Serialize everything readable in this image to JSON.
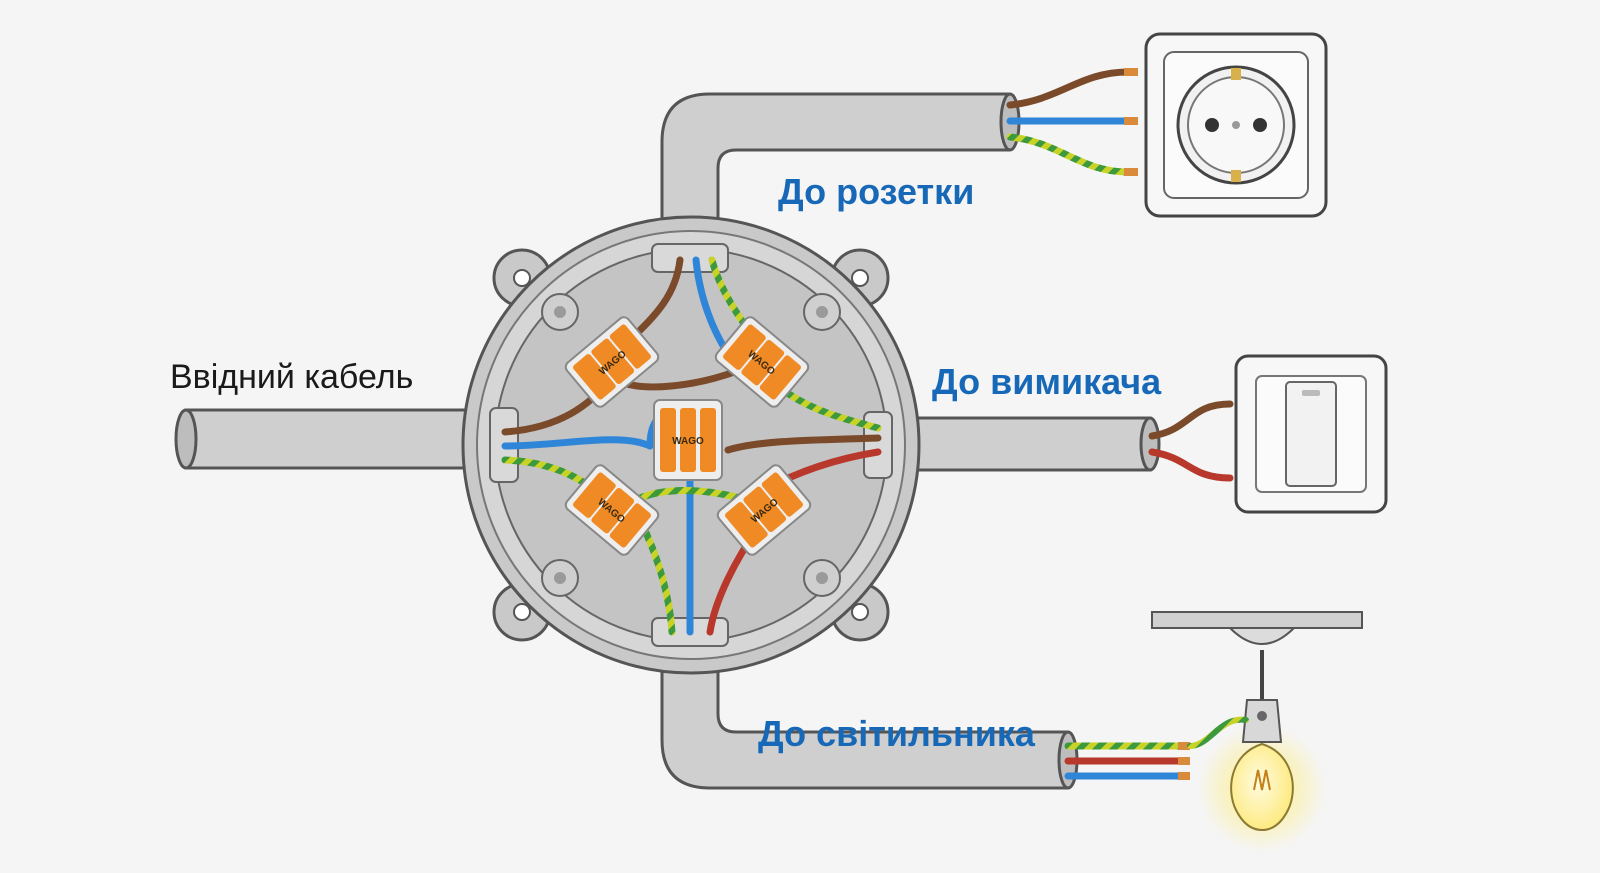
{
  "labels": {
    "input_cable": "Ввідний кабель",
    "to_socket": "До розетки",
    "to_switch": "До вимикача",
    "to_lamp": "До світильника"
  },
  "connector_brand": "WAGO",
  "colors": {
    "background": "#f5f5f5",
    "label_blue": "#1769b8",
    "label_dark": "#1a1a1a",
    "wire_brown": "#7a4a2a",
    "wire_blue": "#2f86d8",
    "wire_yellow": "#c8d227",
    "wire_green": "#3c9a3c",
    "wire_red": "#b8392b",
    "connector_orange": "#f08a24",
    "box_gray": "#c9c9c9",
    "pipe_gray": "#cfcfcf"
  }
}
